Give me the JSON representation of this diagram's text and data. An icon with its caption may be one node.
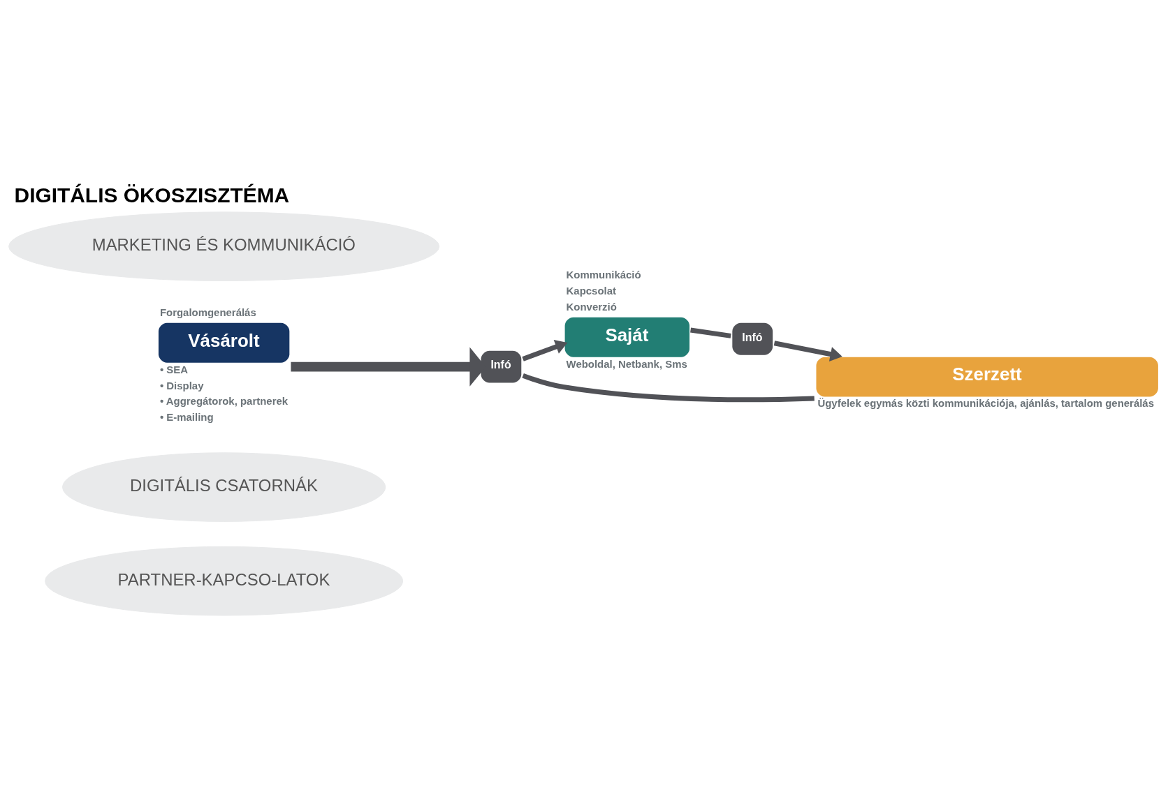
{
  "diagram": {
    "title": "DIGITÁLIS ÖKOSZISZTÉMA",
    "nodes": [
      {
        "text": [
          "PARTNER-KAPCSO-LATOK"
        ]
      },
      {
        "text": [
          "DIGITÁLIS CSATORNÁK"
        ]
      },
      {
        "text": [
          "Saját"
        ],
        "beside": [
          "Kommunikáció",
          "Kapcsolat",
          "Konverzió",
          "Weboldal, Netbank, Sms"
        ]
      },
      {
        "text": [
          "Vásárolt"
        ],
        "beside": [
          "Forgalomgenerálás",
          "• SEA",
          "• Display",
          "• Aggregátorok, partnerek",
          "• E-mailing"
        ]
      },
      {
        "text": [
          "Infó"
        ]
      },
      {
        "text": [
          "Infó"
        ]
      },
      {
        "text": [
          "MARKETING ÉS KOMMUNIKÁCIÓ"
        ]
      },
      {
        "text": [
          "Szerzett"
        ],
        "beside": [
          "Ügyfelek egymás közti kommunikációja, ajánlás, tartalom generálás"
        ]
      }
    ],
    "edges": [
      {
        "from": 3,
        "to": 4,
        "arrow": "to",
        "style": "thick"
      },
      {
        "from": 4,
        "to": 2,
        "arrow": "to"
      },
      {
        "from": 2,
        "to": 5,
        "arrow": "none"
      },
      {
        "from": 5,
        "to": 7,
        "arrow": "to"
      },
      {
        "from": 7,
        "to": 4,
        "arrow": "none"
      }
    ]
  }
}
